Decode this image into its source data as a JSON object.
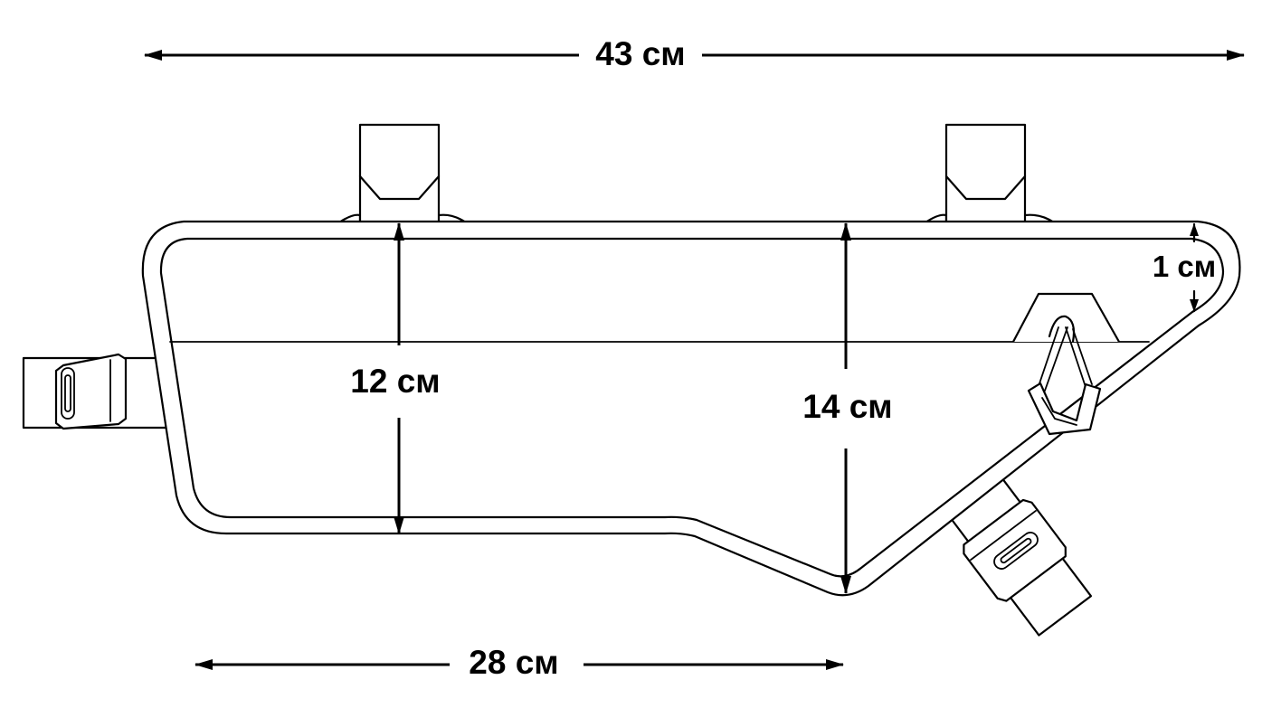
{
  "dimensions": {
    "total_length": "43 см",
    "bottom_length": "28 см",
    "rear_height": "12 см",
    "max_height": "14 см",
    "width": "1 см"
  },
  "colors": {
    "line": "#000000",
    "background": "#ffffff"
  }
}
